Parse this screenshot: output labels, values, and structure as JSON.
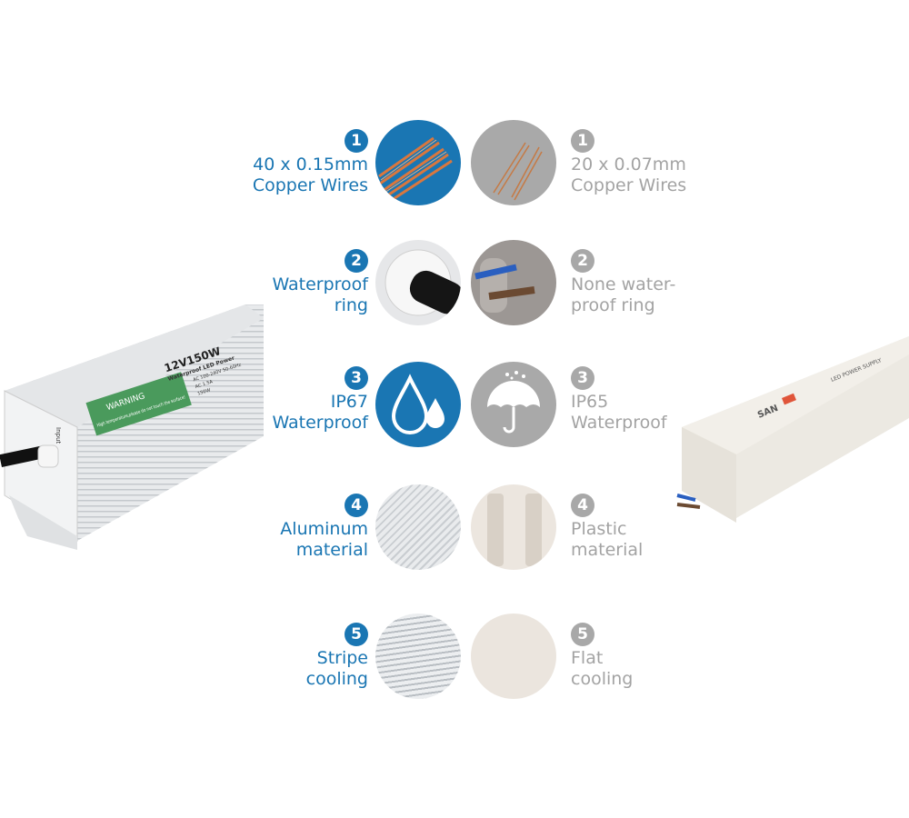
{
  "features": [
    {
      "num": "1",
      "good": [
        "40 x 0.15mm",
        "Copper Wires"
      ],
      "bad": [
        "20 x 0.07mm",
        "Copper Wires"
      ],
      "good_icon": "thick-copper-wire",
      "bad_icon": "thin-copper-wire"
    },
    {
      "num": "2",
      "good": [
        "Waterproof",
        "ring"
      ],
      "bad": [
        "None water-",
        "proof ring"
      ],
      "good_icon": "waterproof-ring",
      "bad_icon": "no-ring-cable"
    },
    {
      "num": "3",
      "good": [
        "IP67",
        "Waterproof"
      ],
      "bad": [
        "IP65",
        "Waterproof"
      ],
      "good_icon": "water-drops",
      "bad_icon": "umbrella-rain"
    },
    {
      "num": "4",
      "good": [
        "Aluminum",
        "material"
      ],
      "bad": [
        "Plastic",
        "material"
      ],
      "good_icon": "aluminum-casing",
      "bad_icon": "plastic-casing"
    },
    {
      "num": "5",
      "good": [
        "Stripe",
        "cooling"
      ],
      "bad": [
        "Flat",
        "cooling"
      ],
      "good_icon": "stripe-surface",
      "bad_icon": "flat-surface"
    }
  ],
  "left_product": {
    "title": "12V150W",
    "subtitle": "Waterproof LED Power",
    "warning": "WARNING",
    "warning_text": "High temperature,please do not touch the surface!",
    "specs": [
      "AC 100-240V 50-60Hz",
      "AC 1.5A",
      "150W"
    ],
    "port": "Input"
  },
  "right_product": {
    "brand": "SAN",
    "title": "LED POWER SUPPLY"
  },
  "colors": {
    "accent": "#1a76b3",
    "muted": "#a8a8a8"
  }
}
